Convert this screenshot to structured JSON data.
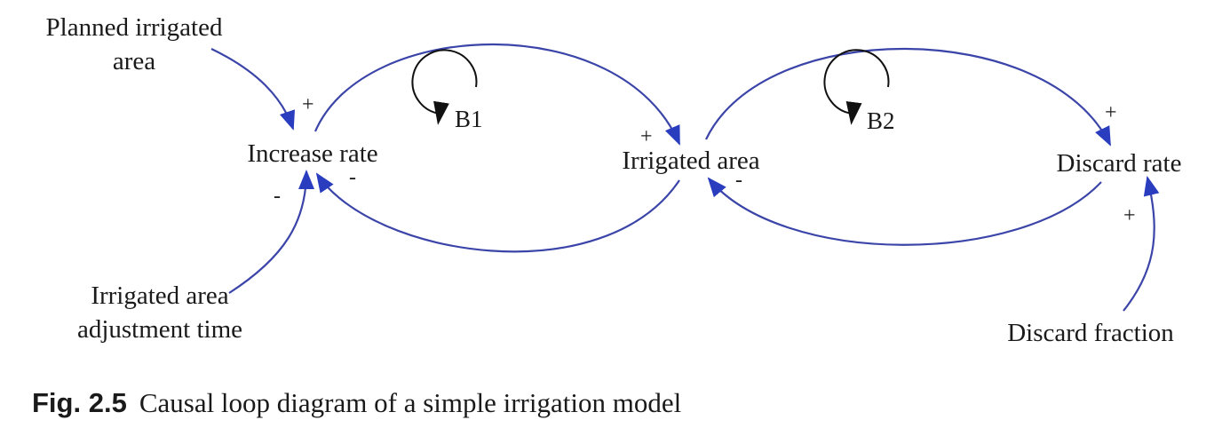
{
  "variables": {
    "planned_line1": "Planned irrigated",
    "planned_line2": "area",
    "increase_rate": "Increase rate",
    "irrigated_area": "Irrigated area",
    "discard_rate": "Discard rate",
    "adjustment_line1": "Irrigated area",
    "adjustment_line2": "adjustment time",
    "discard_fraction": "Discard fraction"
  },
  "polarities": {
    "planned_to_increase": "+",
    "adjustment_to_increase": "-",
    "irrigated_to_increase": "-",
    "increase_to_irrigated": "+",
    "discard_to_irrigated": "-",
    "irrigated_to_discard": "+",
    "fraction_to_discard": "+"
  },
  "loops": {
    "b1": "B1",
    "b2": "B2"
  },
  "caption": {
    "label": "Fig. 2.5",
    "text": "Causal loop diagram of a simple irrigation model"
  },
  "colors": {
    "link": "#3b44a8",
    "arrowhead": "#2a3dbf",
    "text": "#1a1a1a"
  }
}
